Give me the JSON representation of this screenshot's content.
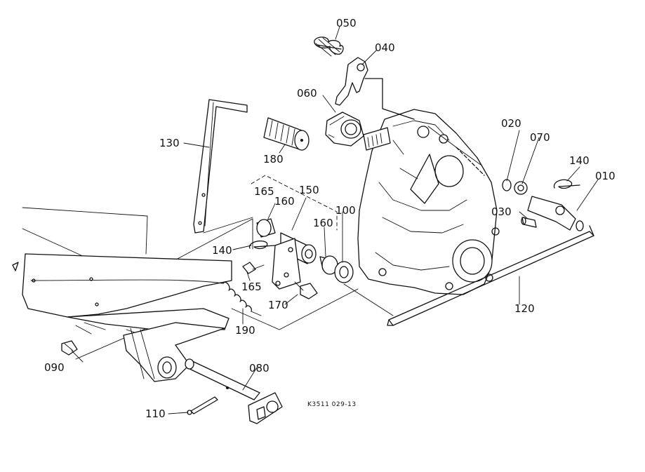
{
  "diagram": {
    "labels": {
      "p050": "050",
      "p040": "040",
      "p060": "060",
      "p130": "130",
      "p180": "180",
      "p020": "020",
      "p070": "070",
      "p140a": "140",
      "p010": "010",
      "p165a": "165",
      "p150": "150",
      "p160a": "160",
      "p100": "100",
      "p160b": "160",
      "p030": "030",
      "p140b": "140",
      "p165b": "165",
      "p170": "170",
      "p190": "190",
      "p120": "120",
      "p090": "090",
      "p080": "080",
      "p110": "110"
    },
    "drawing_code": "K3511  029-13"
  }
}
